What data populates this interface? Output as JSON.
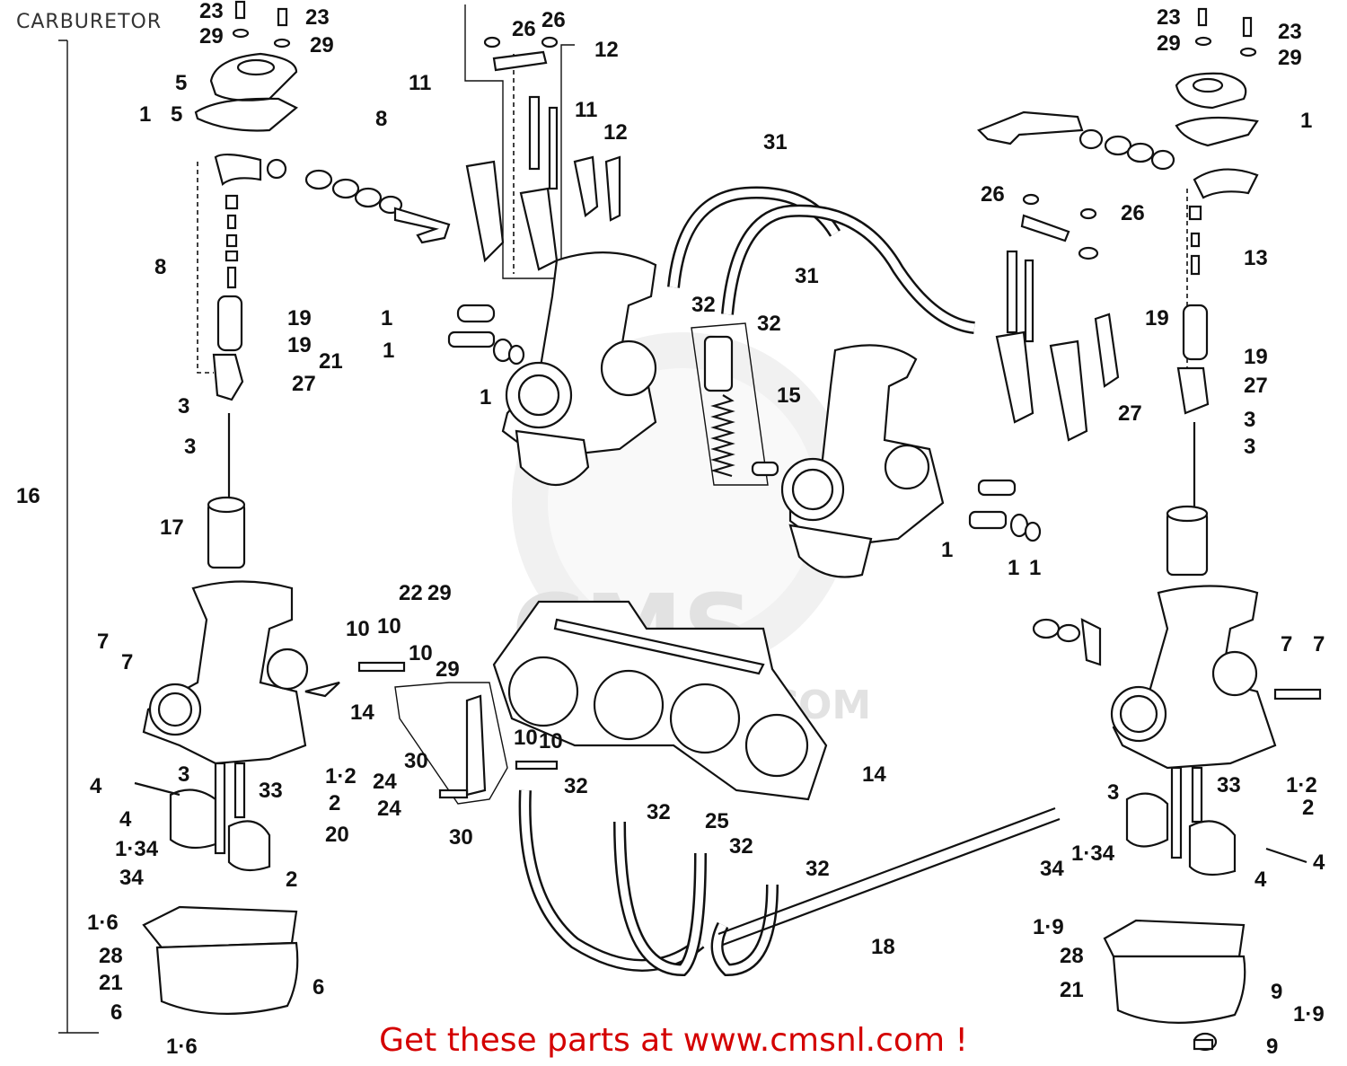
{
  "title": "CARBURETOR",
  "footer": "Get these parts at www.cmsnl.com !",
  "watermark": "CMS",
  "watermark_domain": ".COM",
  "colors": {
    "footer_text": "#d40000",
    "line_art": "#111111",
    "watermark": "#e6e6e6"
  },
  "callouts": [
    "23",
    "29",
    "23",
    "29",
    "5",
    "1",
    "5",
    "8",
    "26",
    "26",
    "12",
    "11",
    "11",
    "12",
    "23",
    "29",
    "23",
    "29",
    "1",
    "26",
    "26",
    "13",
    "31",
    "31",
    "32",
    "32",
    "8",
    "1",
    "1",
    "19",
    "19",
    "21",
    "27",
    "15",
    "3",
    "3",
    "17",
    "16",
    "1",
    "19",
    "19",
    "27",
    "27",
    "3",
    "3",
    "1",
    "1",
    "1",
    "22",
    "29",
    "10",
    "10",
    "10",
    "29",
    "14",
    "7",
    "7",
    "7",
    "7",
    "14",
    "10",
    "10",
    "30",
    "24",
    "24",
    "30",
    "32",
    "32",
    "32",
    "25",
    "32",
    "18",
    "4",
    "3",
    "33",
    "1·2",
    "2",
    "4",
    "1·34",
    "20",
    "34",
    "2",
    "3",
    "33",
    "1·2",
    "2",
    "1·34",
    "34",
    "4",
    "4",
    "1·6",
    "28",
    "21",
    "6",
    "6",
    "1·6",
    "1·9",
    "28",
    "21",
    "9",
    "1·9",
    "9"
  ]
}
